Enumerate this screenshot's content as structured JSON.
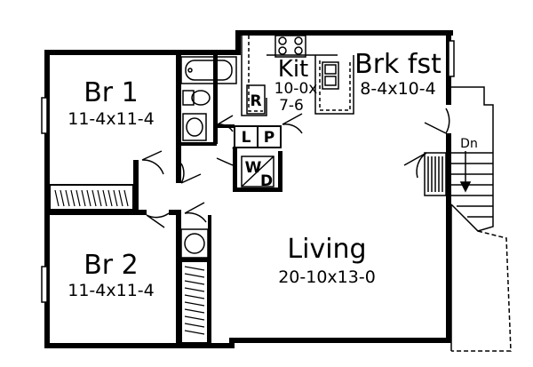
{
  "rooms": {
    "bedroom1": {
      "name": "Br 1",
      "size": "11-4x11-4"
    },
    "bedroom2": {
      "name": "Br 2",
      "size": "11-4x11-4"
    },
    "kitchen": {
      "name": "Kit",
      "size_line1": "10-0x",
      "size_line2": "7-6"
    },
    "breakfast": {
      "name": "Brk fst",
      "size": "8-4x10-4"
    },
    "living": {
      "name": "Living",
      "size": "20-10x13-0"
    }
  },
  "fixtures": {
    "refrigerator": "R",
    "linen_closet": "L",
    "pantry": "P",
    "washer": "W",
    "dryer": "D"
  },
  "stairs": {
    "label": "Dn"
  }
}
